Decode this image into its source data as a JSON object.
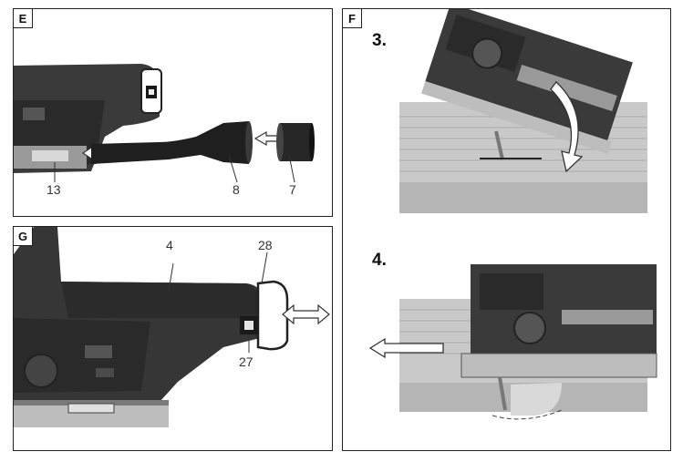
{
  "panels": {
    "e": {
      "tag": "E",
      "callouts": [
        "13",
        "8",
        "7"
      ]
    },
    "g": {
      "tag": "G",
      "callouts": [
        "4",
        "28",
        "27"
      ]
    },
    "f": {
      "tag": "F",
      "steps": [
        "3.",
        "4."
      ]
    }
  },
  "colors": {
    "tool_body": "#3a3a3a",
    "tool_dark": "#1e1e1e",
    "tool_light": "#8a8a8a",
    "board": "#c9c9c9",
    "board_edge": "#9e9e9e",
    "arrow_outline": "#333333"
  }
}
